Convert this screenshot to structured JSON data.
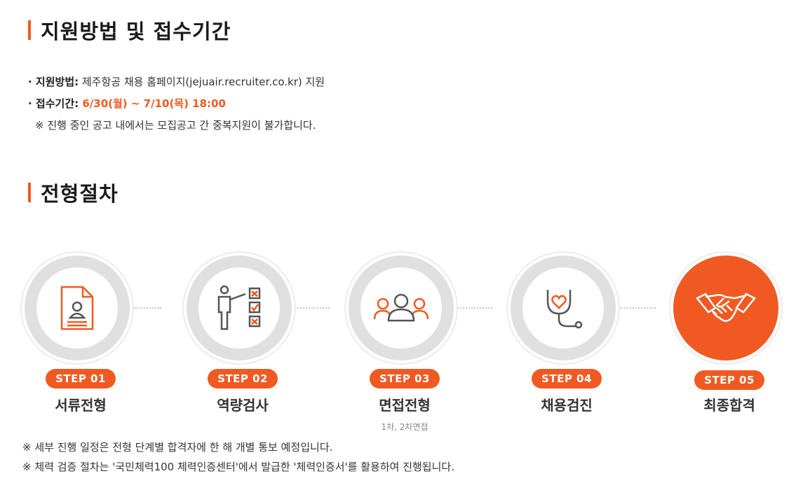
{
  "colors": {
    "accent": "#f05a22",
    "ring": "#e0e0e0",
    "text": "#333333"
  },
  "section1": {
    "title": "지원방법 및 접수기간",
    "method_label": "· 지원방법:",
    "method_value": " 제주항공 채용 홈페이지(jejuair.recruiter.co.kr) 지원",
    "period_label": "· 접수기간:",
    "period_value": " 6/30(월) ~ 7/10(목) 18:00",
    "notice": "※ 진행 중인 공고 내에서는 모집공고 간 중복지원이 불가합니다."
  },
  "section2": {
    "title": "전형절차",
    "steps": [
      {
        "badge": "STEP 01",
        "name": "서류전형",
        "sub": "",
        "icon": "document-profile-icon"
      },
      {
        "badge": "STEP 02",
        "name": "역량검사",
        "sub": "",
        "icon": "checklist-person-icon"
      },
      {
        "badge": "STEP 03",
        "name": "면접전형",
        "sub": "1차, 2차면접",
        "icon": "group-people-icon"
      },
      {
        "badge": "STEP 04",
        "name": "채용검진",
        "sub": "",
        "icon": "stethoscope-heart-icon"
      },
      {
        "badge": "STEP 05",
        "name": "최종합격",
        "sub": "",
        "icon": "handshake-icon"
      }
    ],
    "notes": [
      "※ 세부 진행 일정은 전형 단계별 합격자에 한 해 개별 통보 예정입니다.",
      "※ 체력 검증 절차는 '국민체력100 체력인증센터'에서 발급한 '체력인증서'를 활용하여 진행됩니다."
    ]
  }
}
